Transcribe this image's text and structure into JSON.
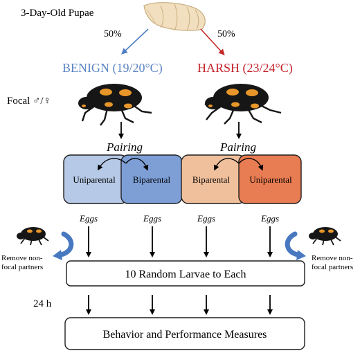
{
  "pupae_label": "3-Day-Old Pupae",
  "split_left_pct": "50%",
  "split_right_pct": "50%",
  "benign_label": "BENIGN (19/20°C)",
  "harsh_label": "HARSH (23/24°C)",
  "focal_label": "Focal ♂/♀",
  "pairing_left": "Pairing",
  "pairing_right": "Pairing",
  "benign_boxes": [
    "Uniparental",
    "Biparental"
  ],
  "harsh_boxes": [
    "Biparental",
    "Uniparental"
  ],
  "eggs_labels": [
    "Eggs",
    "Eggs",
    "Eggs",
    "Eggs"
  ],
  "remove_left": [
    "Remove non-",
    "focal partners"
  ],
  "remove_right": [
    "Remove non-",
    "focal partners"
  ],
  "larvae_label": "10 Random Larvae to Each",
  "time_label": "24 h",
  "measures_label": "Behavior and Performance Measures",
  "colors": {
    "benign_text": "#5a84c2",
    "harsh_text": "#c4222a",
    "benign_arrow": "#4f7fc6",
    "harsh_arrow": "#c42a2a",
    "benign_box_1": "#b6c9e6",
    "benign_box_2": "#7d9fd6",
    "harsh_box_1": "#f0c09c",
    "harsh_box_2": "#e87c52",
    "curve_arrow": "#4878c0",
    "beetle_body": "#161616",
    "beetle_spot": "#e8962a"
  }
}
